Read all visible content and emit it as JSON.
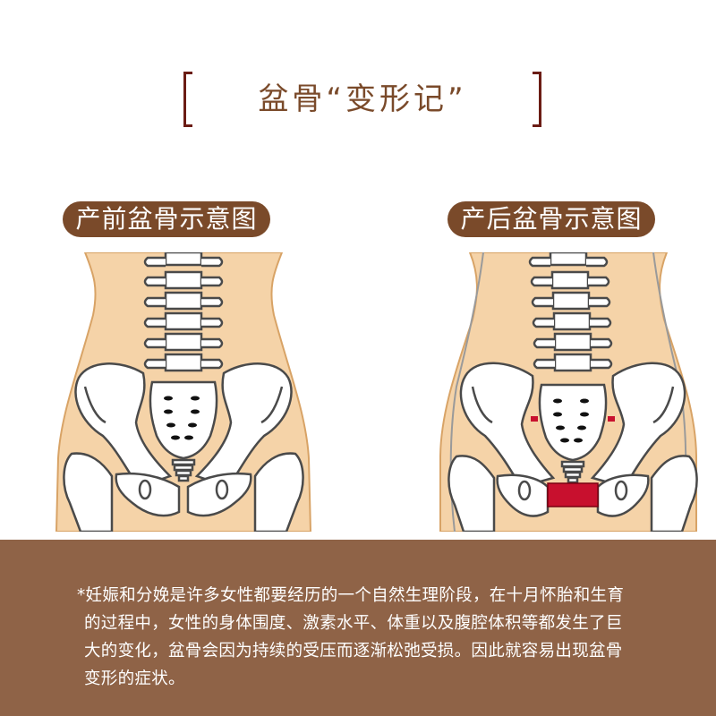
{
  "header": {
    "title": "盆骨“变形记”",
    "bracket_color": "#6b1c14",
    "title_color": "#7a4a2a"
  },
  "panels": [
    {
      "label": "产前盆骨示意图",
      "state": "before-childbirth",
      "pelvic_gap_highlight": false
    },
    {
      "label": "产后盆骨示意图",
      "state": "after-childbirth",
      "pelvic_gap_highlight": true,
      "highlight_color": "#c8102e"
    }
  ],
  "colors": {
    "label_pill": "#7a4a2a",
    "skin": "#f5d3a8",
    "skin_outline": "#d8a366",
    "bone": "#ffffff",
    "bone_outline": "#4a4a4a",
    "footer_bg": "#8f6347"
  },
  "description": {
    "lines": [
      "*妊娠和分娩是许多女性都要经历的一个自然生理阶段，在十月怀胎和生育",
      "的过程中，女性的身体围度、激素水平、体重以及腹腔体积等都发生了巨",
      "大的变化，盆骨会因为持续的受压而逐渐松弛受损。因此就容易出现盆骨",
      "变形的症状。"
    ]
  }
}
